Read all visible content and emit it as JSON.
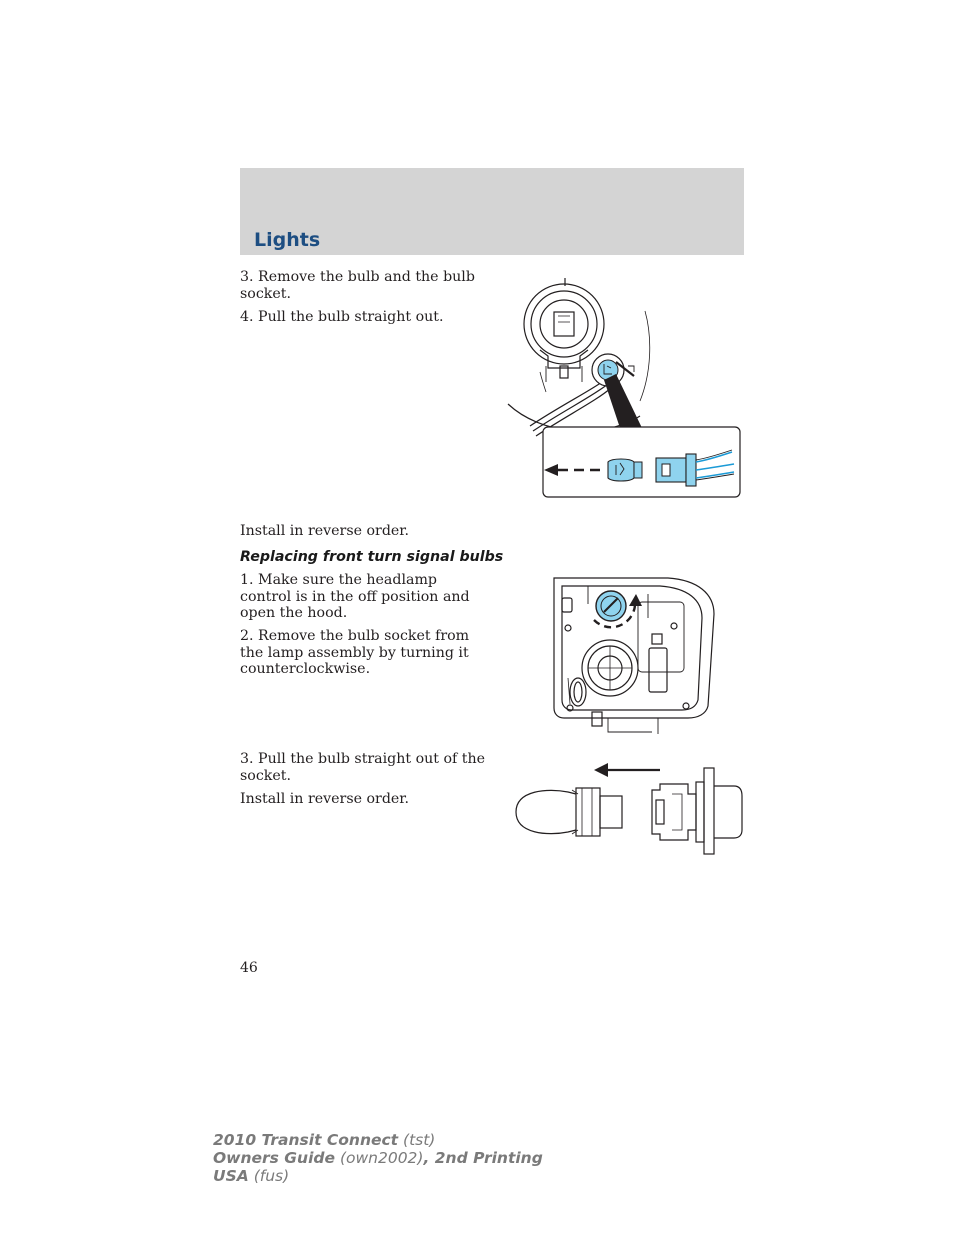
{
  "header": {
    "title": "Lights"
  },
  "section1": {
    "steps": [
      "3. Remove the bulb and the bulb socket.",
      "4. Pull the bulb straight out."
    ],
    "install": "Install in reverse order."
  },
  "section2": {
    "heading": "Replacing front turn signal bulbs",
    "steps": [
      "1. Make sure the headlamp control is in the off position and open the hood.",
      "2. Remove the bulb socket from the lamp assembly by turning it counterclockwise."
    ]
  },
  "section3": {
    "steps": [
      "3. Pull the bulb straight out of the socket."
    ],
    "install": "Install in reverse order."
  },
  "page_number": "46",
  "footer": {
    "line1_bold": "2010 Transit Connect",
    "line1_code": "(tst)",
    "line2_bold": "Owners Guide",
    "line2_code": "(own2002)",
    "line2_tail": ", 2nd Printing",
    "line3_bold": "USA",
    "line3_code": "(fus)"
  },
  "colors": {
    "header_band": "#d4d4d4",
    "header_title": "#1d4e82",
    "bulb_highlight": "#8fd3ee"
  }
}
